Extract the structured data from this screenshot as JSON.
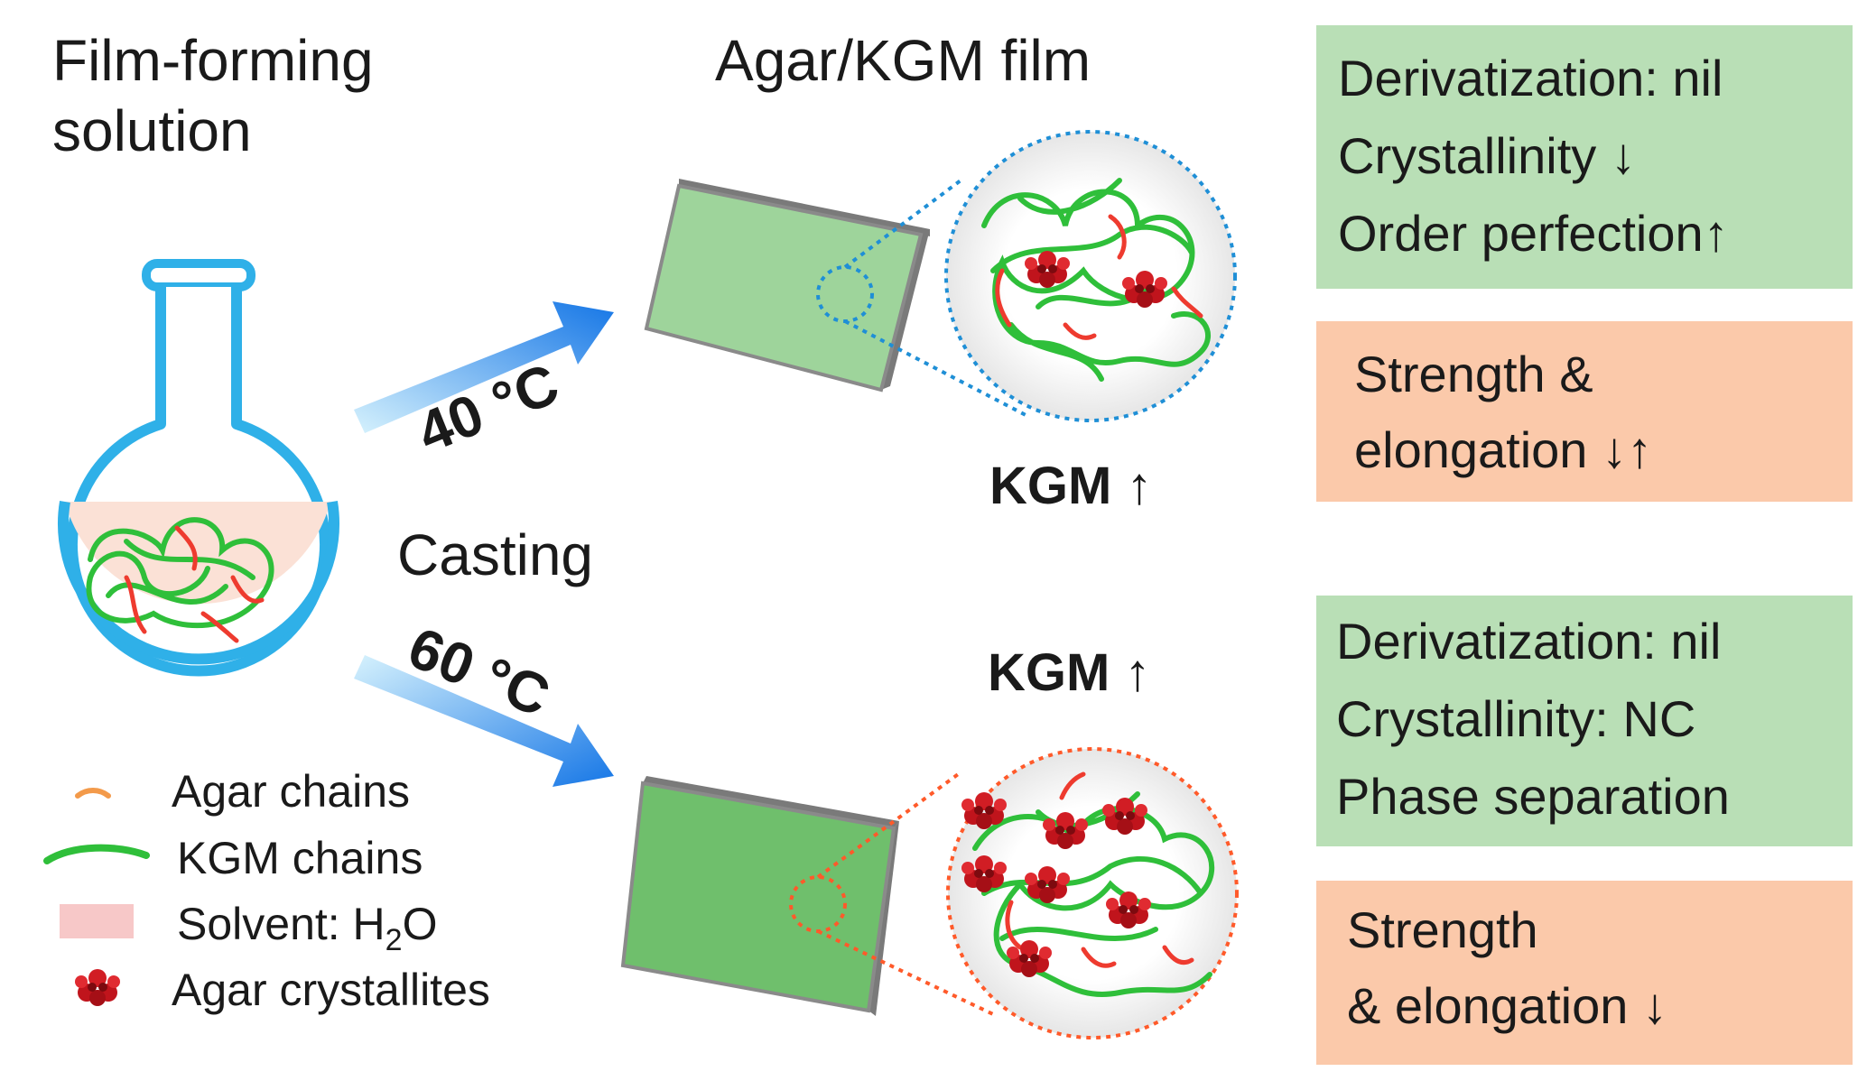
{
  "left_title": {
    "line1": "Film-forming",
    "line2": "solution"
  },
  "film_title": "Agar/KGM film",
  "arrows": {
    "upper_temp": "40 °C",
    "middle_label": "Casting",
    "lower_temp": "60 °C"
  },
  "kgm_labels": {
    "upper": "KGM ↑",
    "lower": "KGM ↑"
  },
  "legend": [
    {
      "label": "Agar chains",
      "symbol": "agar-chain-icon",
      "color": "#f39a4a"
    },
    {
      "label": "KGM chains",
      "symbol": "kgm-chain-icon",
      "color": "#2fbf3a"
    },
    {
      "label_main": "Solvent: H",
      "label_sub": "2",
      "label_tail": "O",
      "symbol": "solvent-swatch-icon",
      "color": "#f7c8c8"
    },
    {
      "label": "Agar crystallites",
      "symbol": "crystallite-icon",
      "color": "#c0141c"
    }
  ],
  "boxes": {
    "upper_green": [
      "Derivatization: nil",
      "Crystallinity ↓",
      "Order perfection↑"
    ],
    "upper_orange": [
      "Strength &",
      "elongation ↓↑"
    ],
    "lower_green": [
      "Derivatization: nil",
      "Crystallinity: NC",
      "Phase separation"
    ],
    "lower_orange": [
      "Strength",
      "& elongation ↓"
    ]
  },
  "colors": {
    "green_box": "#b9dfb6",
    "orange_box": "#fbc9aa",
    "film_green": "#7cc67a",
    "flask_blue": "#2fb0e8",
    "upper_zoom": "#1f8fd6",
    "lower_zoom": "#ff5a2a",
    "arrow_blue": "#1d8ee8"
  }
}
